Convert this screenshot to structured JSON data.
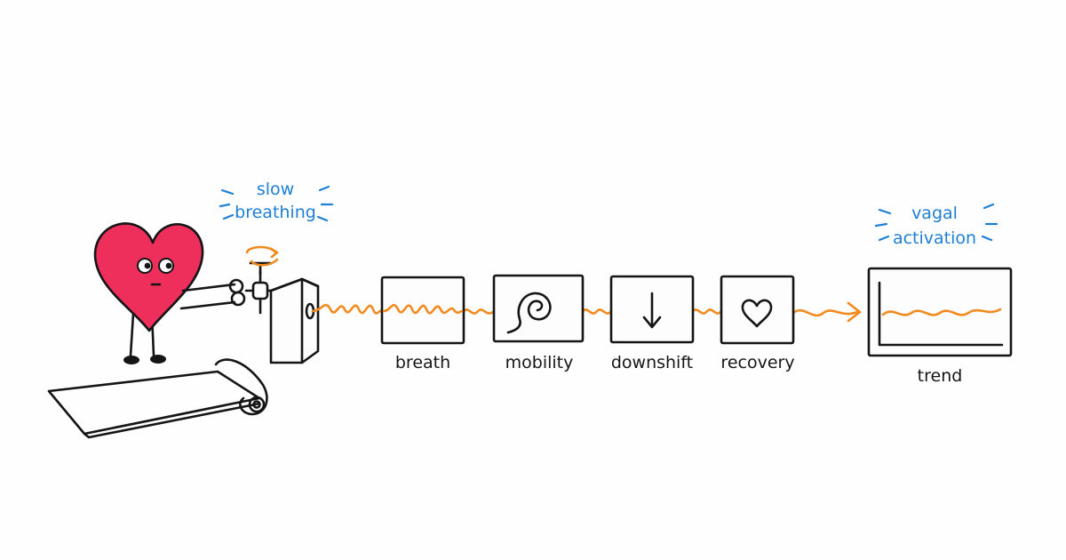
{
  "annotations": {
    "left": [
      "slow",
      "breathing"
    ],
    "right": [
      "vagal",
      "activation"
    ]
  },
  "stages": [
    "breath",
    "mobility",
    "downshift",
    "recovery"
  ],
  "output_label": "trend",
  "colors": {
    "ink": "#151515",
    "signal": "#f28a1f",
    "annotation": "#1d7fd6",
    "heart": "#ee2f5c"
  },
  "icons": {
    "breath": "wave-icon",
    "mobility": "spiral-icon",
    "downshift": "down-arrow-icon",
    "recovery": "heart-outline-icon"
  }
}
